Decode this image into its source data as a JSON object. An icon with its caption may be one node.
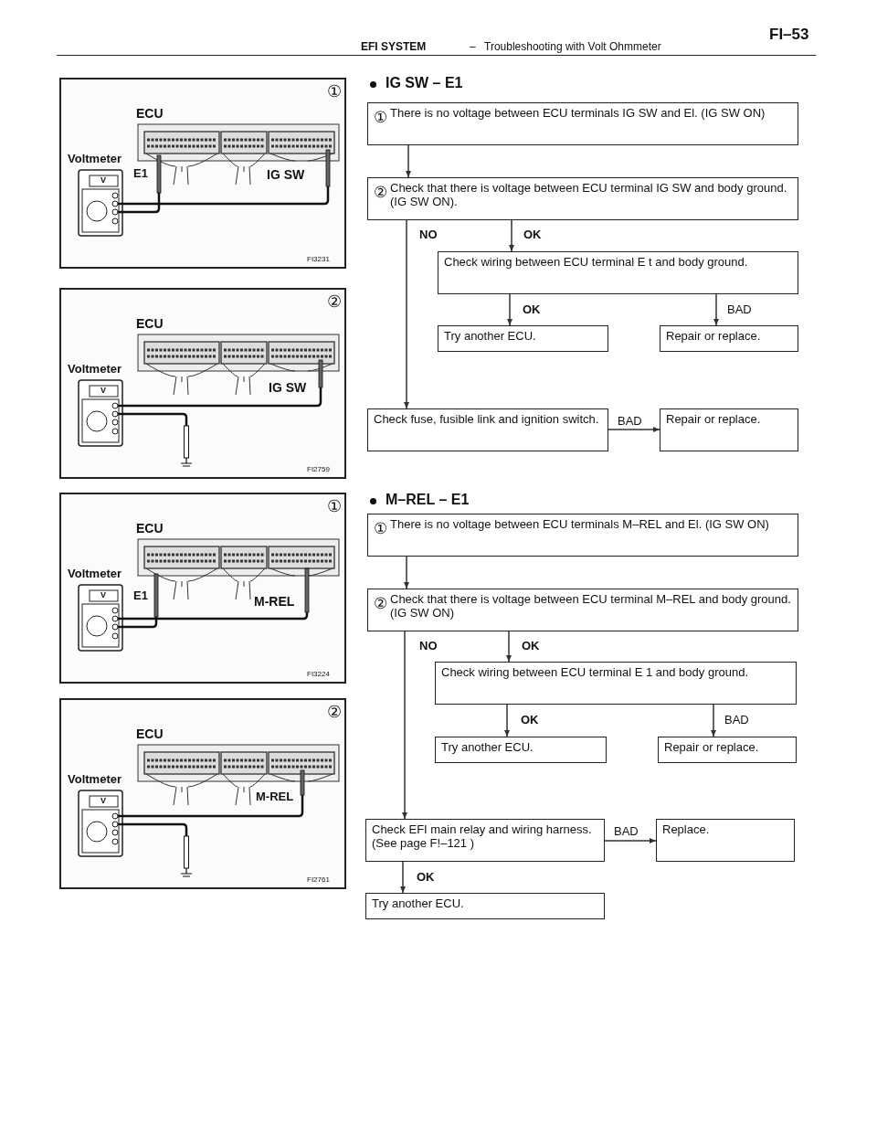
{
  "diagram": {
    "nodes": [
      {
        "text": [
          "①",
          "There is no voltage between ECU terminals IG SW and El. (IG SW ON)"
        ]
      },
      {
        "text": [
          "②",
          "Check that there is voltage between ECU terminal IG SW and body ground. (IG SW ON)."
        ]
      },
      {
        "text": [
          "Check wiring between ECU terminal E t and body ground."
        ]
      },
      {
        "text": [
          "Try another ECU."
        ]
      },
      {
        "text": [
          "Repair or replace."
        ]
      },
      {
        "text": [
          "Check fuse, fusible link and ignition switch."
        ]
      },
      {
        "text": [
          "Repair or replace."
        ]
      },
      {
        "text": [
          "①",
          "There is no voltage between ECU terminals M–REL and El. (IG SW ON)"
        ]
      },
      {
        "text": [
          "②",
          "Check that there is voltage between ECU terminal M–REL and body ground. (IG SW ON)"
        ]
      },
      {
        "text": [
          "Check wiring between ECU terminal E 1 and body ground."
        ]
      },
      {
        "text": [
          "Try another ECU."
        ]
      },
      {
        "text": [
          "Repair or replace."
        ]
      },
      {
        "text": [
          "Check EFI main relay and wiring harness. (See page F!–121 )"
        ]
      },
      {
        "text": [
          "Replace."
        ]
      },
      {
        "text": [
          "Try another ECU."
        ]
      }
    ],
    "edges": [
      {
        "from": 0,
        "to": 1,
        "arrow": "to"
      },
      {
        "from": 1,
        "to": 2,
        "arrow": "to",
        "label": "OK"
      },
      {
        "from": 2,
        "to": 3,
        "arrow": "to",
        "label": "OK"
      },
      {
        "from": 2,
        "to": 4,
        "arrow": "to",
        "label": "BAD"
      },
      {
        "from": 1,
        "to": 5,
        "arrow": "to",
        "label": "NO"
      },
      {
        "from": 5,
        "to": 6,
        "arrow": "to",
        "label": "BAD"
      },
      {
        "from": 7,
        "to": 8,
        "arrow": "to"
      },
      {
        "from": 8,
        "to": 9,
        "arrow": "to",
        "label": "OK"
      },
      {
        "from": 9,
        "to": 10,
        "arrow": "to",
        "label": "OK"
      },
      {
        "from": 9,
        "to": 11,
        "arrow": "to",
        "label": "BAD"
      },
      {
        "from": 8,
        "to": 12,
        "arrow": "to",
        "label": "NO"
      },
      {
        "from": 12,
        "to": 13,
        "arrow": "to",
        "label": "BAD"
      },
      {
        "from": 12,
        "to": 14,
        "arrow": "to",
        "label": "OK"
      }
    ],
    "labels": [
      "EFI SYSTEM",
      "–",
      "Troubleshooting with Volt Ohmmeter",
      "FI–53",
      "IG SW – E1",
      "①",
      "ECU",
      "Voltmeter",
      "V",
      "E1",
      "IG SW",
      "FI3231",
      "②",
      "ECU",
      "Voltmeter",
      "V",
      "IG SW",
      "FI2759",
      "M–REL – E1",
      "①",
      "ECU",
      "Voltmeter",
      "V",
      "E1",
      "M-REL",
      "FI3224",
      "②",
      "ECU",
      "Voltmeter",
      "V",
      "M-REL",
      "FI2761"
    ]
  }
}
